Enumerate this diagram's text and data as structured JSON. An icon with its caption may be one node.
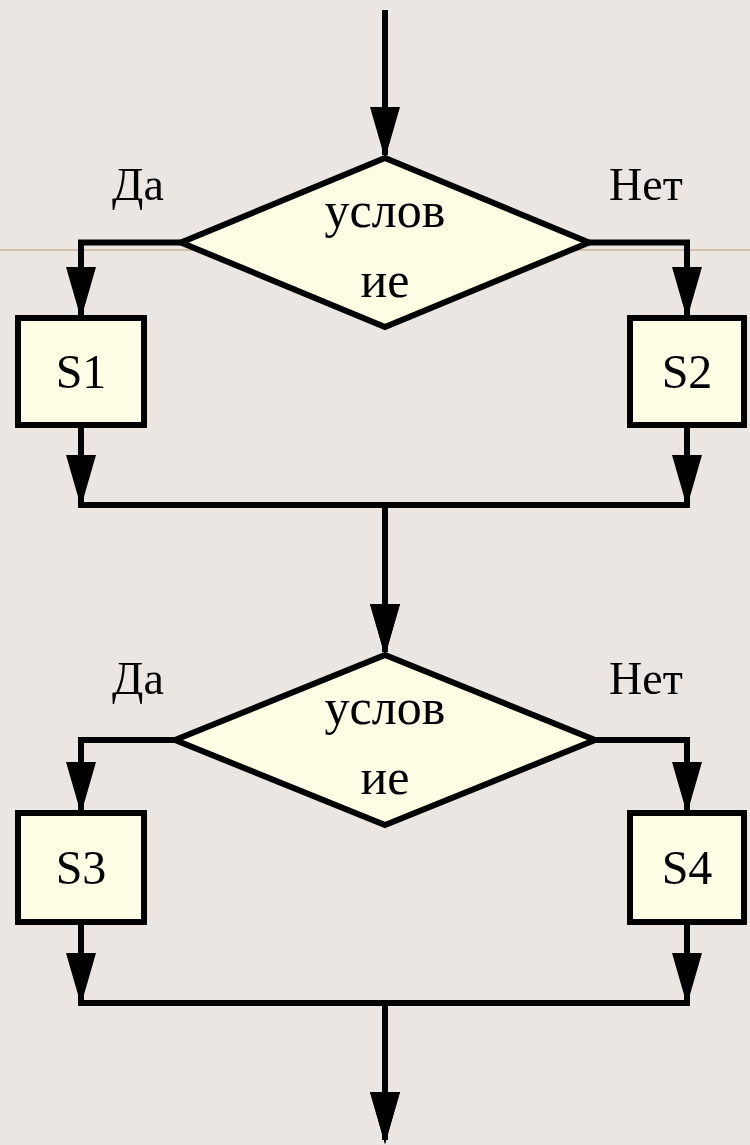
{
  "diagram": {
    "nodes": [
      {
        "text": [
          "услов ие"
        ]
      },
      {
        "text": [
          "S1"
        ]
      },
      {
        "text": [
          "S2"
        ]
      },
      {
        "text": [
          "услов ие"
        ]
      },
      {
        "text": [
          "S3"
        ]
      },
      {
        "text": [
          "S4"
        ]
      }
    ],
    "edges": [
      {
        "from": null,
        "to": 0,
        "arrow": "to"
      },
      {
        "from": 0,
        "to": 1,
        "arrow": "to",
        "label": "Да"
      },
      {
        "from": 0,
        "to": 2,
        "arrow": "to",
        "label": "Нет"
      },
      {
        "from": 1,
        "to": 3,
        "arrow": "to"
      },
      {
        "from": 2,
        "to": 3,
        "arrow": "to"
      },
      {
        "from": 3,
        "to": 4,
        "arrow": "to",
        "label": "Да"
      },
      {
        "from": 3,
        "to": 5,
        "arrow": "to",
        "label": "Нет"
      },
      {
        "from": 4,
        "to": null,
        "arrow": "to"
      },
      {
        "from": 5,
        "to": null,
        "arrow": "to"
      }
    ]
  }
}
